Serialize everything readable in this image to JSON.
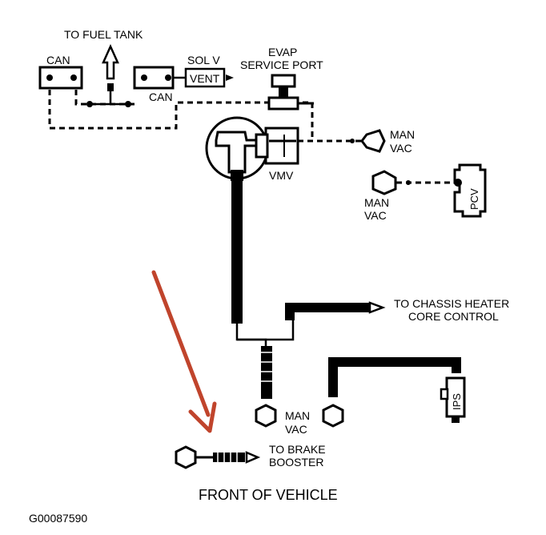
{
  "labels": {
    "to_fuel_tank": "TO FUEL TANK",
    "can_left": "CAN",
    "can_right": "CAN",
    "sol_v": "SOL V",
    "vent": "VENT",
    "evap_line1": "EVAP",
    "evap_line2": "SERVICE PORT",
    "man_vac_upper_1": "MAN",
    "man_vac_upper_2": "VAC",
    "vmv": "VMV",
    "man_vac_mid_1": "MAN",
    "man_vac_mid_2": "VAC",
    "pcv": "PCV",
    "chassis_line1": "TO CHASSIS HEATER",
    "chassis_line2": "CORE CONTROL",
    "ips": "IPS",
    "man_vac_lower_1": "MAN",
    "man_vac_lower_2": "VAC",
    "brake_line1": "TO BRAKE",
    "brake_line2": "BOOSTER",
    "front": "FRONT OF VEHICLE",
    "figure_id": "G00087590"
  },
  "colors": {
    "line": "#000000",
    "arrow": "#c0442c",
    "background": "#ffffff"
  },
  "icons": {
    "pointer_arrow": "red-arrow-icon"
  }
}
